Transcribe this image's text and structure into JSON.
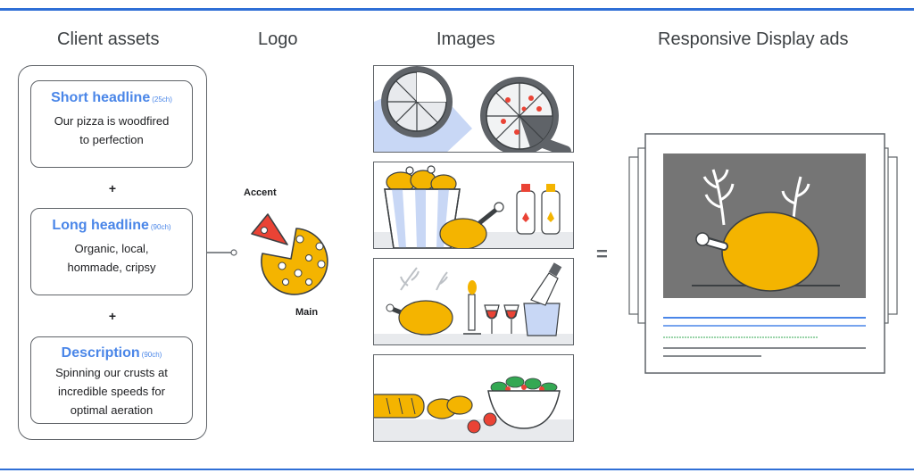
{
  "columns": {
    "client_assets": "Client assets",
    "logo": "Logo",
    "images": "Images",
    "responsive_ads": "Responsive Display ads"
  },
  "assets": [
    {
      "title": "Short headline",
      "limit": "(25ch)",
      "body_lines": [
        "Our pizza is woodfired",
        "to perfection"
      ]
    },
    {
      "title": "Long headline",
      "limit": "(90ch)",
      "body_lines": [
        "Organic, local,",
        "hommade, cripsy"
      ]
    },
    {
      "title": "Description",
      "limit": "(90ch)",
      "body_lines": [
        "Spinning our crusts at",
        "incredible speeds for",
        "optimal aeration"
      ]
    }
  ],
  "plus_sign": "+",
  "equals_sign": "=",
  "logo": {
    "accent_label": "Accent",
    "main_label": "Main"
  },
  "image_cards": [
    "pizza-pans-image",
    "fried-chicken-bucket-image",
    "dinner-table-image",
    "bread-salad-image"
  ],
  "colors": {
    "accent_blue": "#4a86e8",
    "rule_blue": "#2f6fd6",
    "food_yellow": "#f4b400",
    "accent_red": "#ea4335",
    "outline_gray": "#5f6368",
    "ad_gray": "#757575",
    "line_green": "#34a853"
  }
}
